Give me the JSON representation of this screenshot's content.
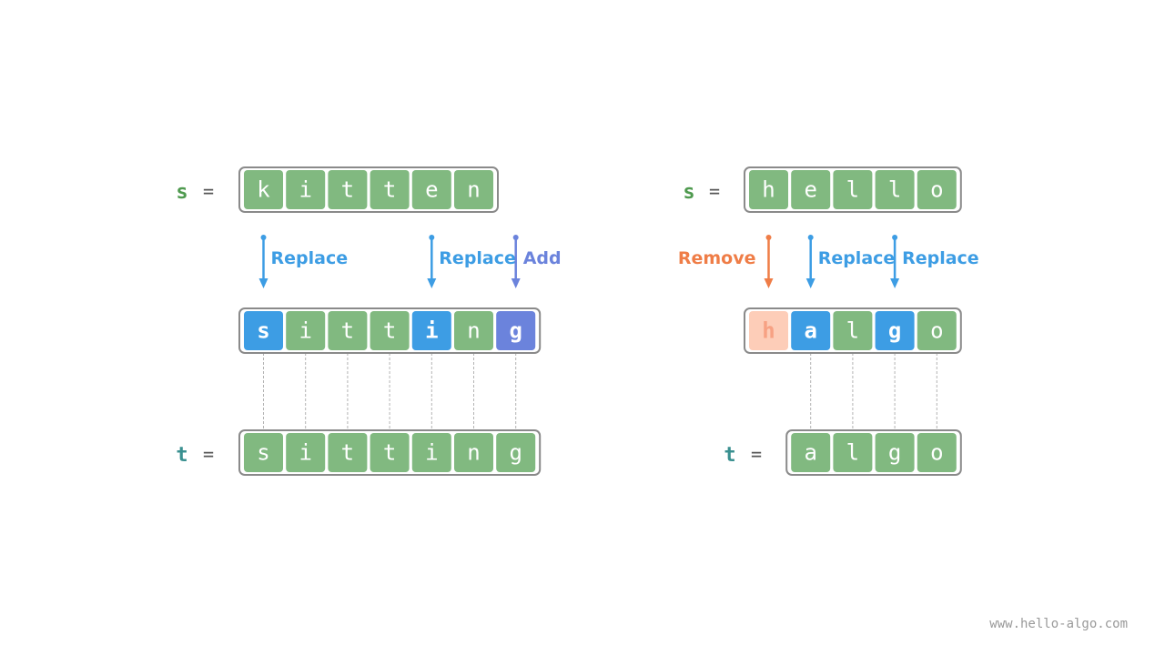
{
  "colors": {
    "default": "#81b980",
    "replace": "#3d9de4",
    "add": "#6b83dc",
    "remove_cell": "#fdcdb8",
    "remove_text": "#f7a183",
    "remove_label": "#ef7d47",
    "s_label": "#4f9a4f",
    "t_label": "#3a9090",
    "border": "#8a8a8a",
    "dashed": "#b3b3b3"
  },
  "examples": [
    {
      "s_label": "s",
      "t_label": "t",
      "equals": "=",
      "s_chars": [
        "k",
        "i",
        "t",
        "t",
        "e",
        "n"
      ],
      "mid": [
        {
          "char": "s",
          "state": "replace"
        },
        {
          "char": "i",
          "state": "default"
        },
        {
          "char": "t",
          "state": "default"
        },
        {
          "char": "t",
          "state": "default"
        },
        {
          "char": "i",
          "state": "replace"
        },
        {
          "char": "n",
          "state": "default"
        },
        {
          "char": "g",
          "state": "add"
        }
      ],
      "ops": [
        {
          "index": 0,
          "label": "Replace",
          "type": "replace"
        },
        {
          "index": 4,
          "label": "Replace",
          "type": "replace"
        },
        {
          "index": 6,
          "label": "Add",
          "type": "add"
        }
      ],
      "t_chars": [
        "s",
        "i",
        "t",
        "t",
        "i",
        "n",
        "g"
      ]
    },
    {
      "s_label": "s",
      "t_label": "t",
      "equals": "=",
      "s_chars": [
        "h",
        "e",
        "l",
        "l",
        "o"
      ],
      "mid": [
        {
          "char": "h",
          "state": "remove"
        },
        {
          "char": "a",
          "state": "replace"
        },
        {
          "char": "l",
          "state": "default"
        },
        {
          "char": "g",
          "state": "replace"
        },
        {
          "char": "o",
          "state": "default"
        }
      ],
      "ops": [
        {
          "index": 0,
          "label": "Remove",
          "type": "remove"
        },
        {
          "index": 1,
          "label": "Replace",
          "type": "replace"
        },
        {
          "index": 3,
          "label": "Replace",
          "type": "replace"
        }
      ],
      "t_chars": [
        "a",
        "l",
        "g",
        "o"
      ]
    }
  ],
  "watermark": "www.hello-algo.com"
}
